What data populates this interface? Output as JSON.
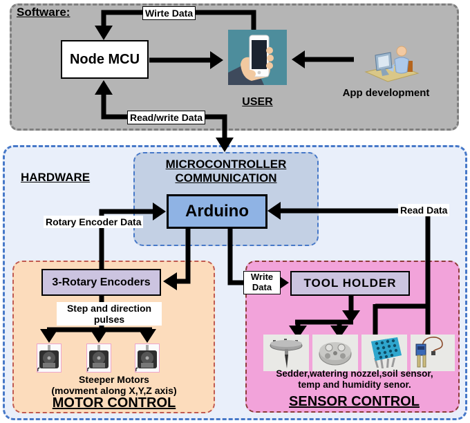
{
  "colors": {
    "software_bg": "#b5b5b5",
    "hardware_bg": "#e9effa",
    "micro_bg": "#c3d0e4",
    "arduino_bg": "#8fb3e4",
    "motor_bg": "#fcdcbc",
    "sensor_bg": "#f2a3da",
    "subbox_bg": "#ccc4e0",
    "phone_bg": "#4d8d9c",
    "wire": "#000000"
  },
  "software": {
    "title": "Software:",
    "node_mcu_label": "Node MCU",
    "write_data_label": "Wirte Data",
    "read_write_data_label": "Read/write Data",
    "user_label": "USER",
    "app_dev_label": "App development",
    "icons": {
      "phone": "smartphone-in-hand",
      "app_dev": "developer-at-computer"
    }
  },
  "hardware": {
    "title": "HARDWARE",
    "micro_title": "MICROCONTROLLER COMMUNICATION",
    "arduino_label": "Arduino",
    "rotary_encoder_data_label": "Rotary Encoder Data",
    "read_data_label": "Read Data",
    "write_data_label": "Write Data"
  },
  "motor": {
    "encoders_label": "3-Rotary Encoders",
    "pulses_label": "Step and direction pulses",
    "caption_line1": "Steeper Motors",
    "caption_line2": "(movment along  X,Y,Z axis)",
    "title": "MOTOR CONTROL",
    "icon": "stepper-motor"
  },
  "sensor": {
    "tool_holder_label": "TOOL HOLDER",
    "caption": "Sedder,watering nozzel,soil sensor, temp and humidity senor.",
    "title": "SENSOR CONTROL",
    "icons": [
      "seeder-tool",
      "watering-nozzle",
      "temp-humidity-sensor",
      "soil-moisture-sensor"
    ]
  }
}
